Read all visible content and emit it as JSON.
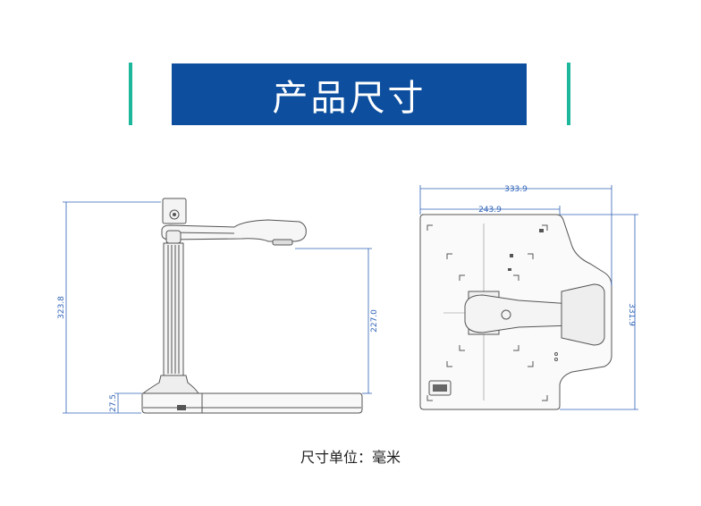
{
  "header": {
    "title": "产品尺寸"
  },
  "side_view": {
    "total_height": "323.8",
    "platform_height": "227.0",
    "base_height": "27.5"
  },
  "top_view": {
    "total_width": "333.9",
    "platform_width": "243.9",
    "depth": "331.9"
  },
  "footer": {
    "unit_note": "尺寸单位：毫米"
  },
  "colors": {
    "accent": "#1db89b",
    "title_bg": "#0d4f9e",
    "dimension": "#2f63b8",
    "line": "#555555"
  }
}
